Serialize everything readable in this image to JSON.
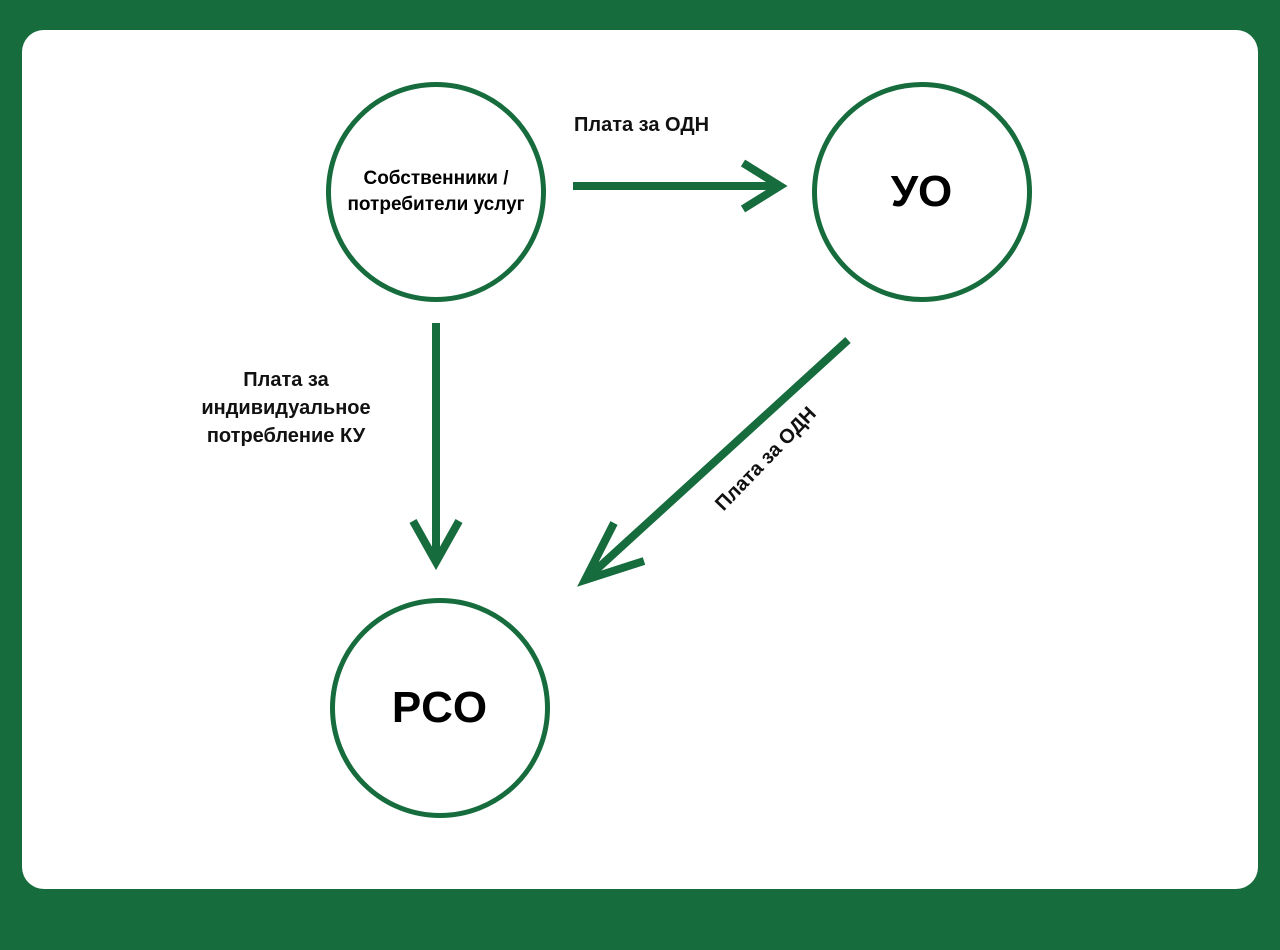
{
  "colors": {
    "brand_green": "#166c3c",
    "panel": "#ffffff",
    "text": "#000000"
  },
  "nodes": {
    "owners": "Собственники / потребители услуг",
    "uo": "УО",
    "rso": "РСО"
  },
  "edges": {
    "owners_to_uo": "Плата за ОДН",
    "owners_to_rso": "Плата за индивидуальное потребление КУ",
    "uo_to_rso": "Плата за ОДН"
  }
}
